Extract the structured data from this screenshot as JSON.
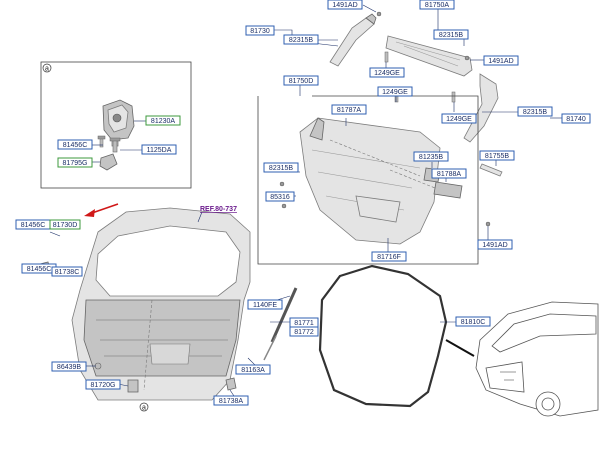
{
  "labels": {
    "l1491AD_top": "1491AD",
    "l81750A": "81750A",
    "l81730": "81730",
    "l82315B_top": "82315B",
    "l82315B_rail": "82315B",
    "l1491AD_right": "1491AD",
    "l1249GE_mid": "1249GE",
    "l1249GE_a": "1249GE",
    "l81750D": "81750D",
    "l1249GE_b": "1249GE",
    "l82315B_right": "82315B",
    "l81740": "81740",
    "l81787A": "81787A",
    "l82315B_left": "82315B",
    "l81235B": "81235B",
    "l81755B": "81755B",
    "l81788A": "81788A",
    "l85316": "85316",
    "l1491AD_low": "1491AD",
    "l81716F": "81716F",
    "l81230A": "81230A",
    "l81456C_inset": "81456C",
    "l1125DA": "1125DA",
    "l81795G": "81795G",
    "l81456C_a": "81456C",
    "l81730D": "81730D",
    "l81456C_b": "81456C",
    "l81738C": "81738C",
    "lREF": "REF.80-737",
    "l1140FE": "1140FE",
    "l81771": "81771",
    "l81772": "81772",
    "l81810C": "81810C",
    "l86439B": "86439B",
    "l81163A": "81163A",
    "l81720G": "81720G",
    "l81738A": "81738A"
  },
  "inset_marker": "a",
  "callout_marker": "a",
  "colors": {
    "label_border_blue": "#2f5fb0",
    "label_border_green": "#3c9a3c",
    "label_text": "#1a2e66",
    "ref_text": "#6a1a8c",
    "arrow_red": "#d01818"
  }
}
